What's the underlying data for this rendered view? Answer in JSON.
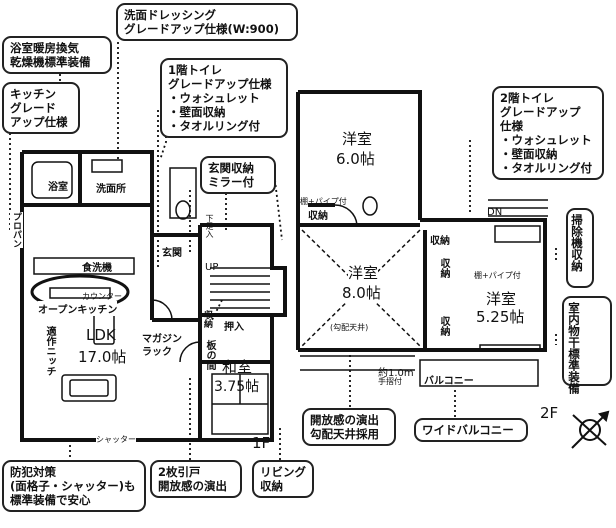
{
  "callouts": {
    "bath_dryer": [
      "浴室暖房換気",
      "乾燥機標準装備"
    ],
    "vanity": [
      "洗面ドレッシング",
      "グレードアップ仕様(W:900)"
    ],
    "kitchen": [
      "キッチン",
      "グレード",
      "アップ仕様"
    ],
    "toilet_1f": [
      "1階トイレ",
      "グレードアップ仕様",
      "・ウォシュレット",
      "・壁面収納",
      "・タオルリング付"
    ],
    "entrance_storage": [
      "玄関収納",
      "ミラー付"
    ],
    "toilet_2f": [
      "2階トイレ",
      "グレードアップ",
      "仕様",
      "・ウォシュレット",
      "・壁面収納",
      "・タオルリング付"
    ],
    "vacuum_storage": "掃除機収納",
    "indoor_dryer": "室内物干標準装備",
    "open_feel": [
      "開放感の演出",
      "勾配天井採用"
    ],
    "wide_balcony": "ワイドバルコニー",
    "security": [
      "防犯対策",
      "(面格子・シャッター)も",
      "標準装備で安心"
    ],
    "sliding_door": [
      "2枚引戸",
      "開放感の演出"
    ],
    "living_storage": [
      "リビング",
      "収納"
    ]
  },
  "floor1": {
    "label": "1F",
    "bath": "浴室",
    "washroom": "洗面所",
    "dishwasher": "食洗機",
    "counter": "カウンター",
    "open_kitchen": "オープンキッチン",
    "ldk_name": "LDK",
    "ldk_size": "17.0帖",
    "magazine_rack": [
      "マガジン",
      "ラック"
    ],
    "entrance": "玄関",
    "storage": "押入",
    "up": "UP",
    "receive": "収納",
    "washitsu_name": "和室",
    "washitsu_size": "3.75帖",
    "tokonoma": "板の間",
    "shutter": "シャッター",
    "propane": "プロパン",
    "fit_niche": "適作ニッチ",
    "shoes": "下足入"
  },
  "floor2": {
    "label": "2F",
    "room_a_name": "洋室",
    "room_a_size": "6.0帖",
    "room_b_name": "洋室",
    "room_b_size": "8.0帖",
    "room_b_note": "(勾配天井)",
    "room_c_name": "洋室",
    "room_c_size": "5.25帖",
    "shelf_pipe_1": "棚+パイプ付",
    "shelf_pipe_2": "棚+パイプ付",
    "storage_1": "収納",
    "storage_2": "収納",
    "storage_3": "収納",
    "storage_4": "収納",
    "dn": "DN",
    "balcony": "バルコニー",
    "handrail": "手摺付",
    "depth": "約1.0m"
  }
}
